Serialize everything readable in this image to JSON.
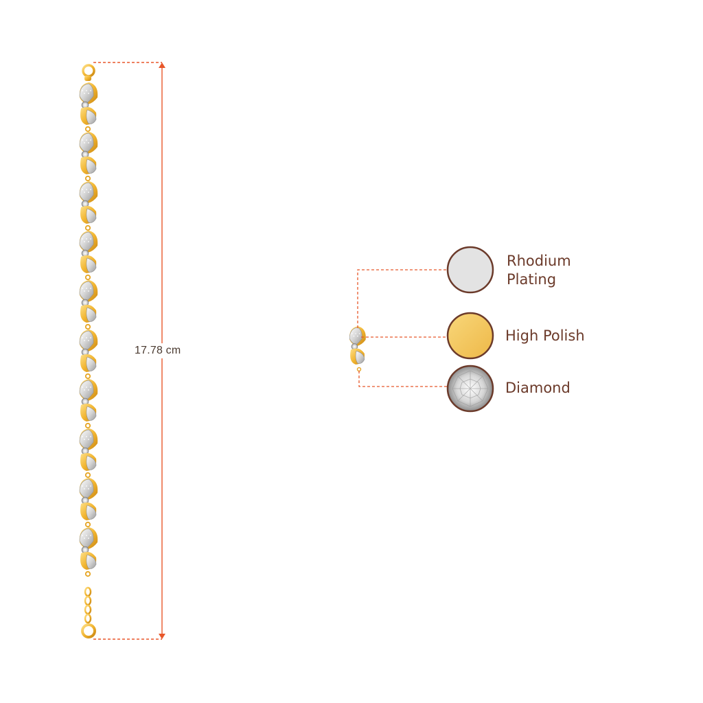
{
  "measurement": {
    "length_label": "17.78 cm"
  },
  "legend": {
    "items": [
      {
        "label": "Rhodium Plating",
        "swatch_color": "#e2e2e2"
      },
      {
        "label": "High Polish",
        "swatch_color": "#f3c659"
      },
      {
        "label": "Diamond",
        "swatch_color": "#d9d9d9"
      }
    ]
  },
  "colors": {
    "accent_dashed_line": "#e8572a",
    "swatch_border": "#6b3a2a",
    "gold": "#f0b631",
    "silver": "#d8d8d8"
  }
}
